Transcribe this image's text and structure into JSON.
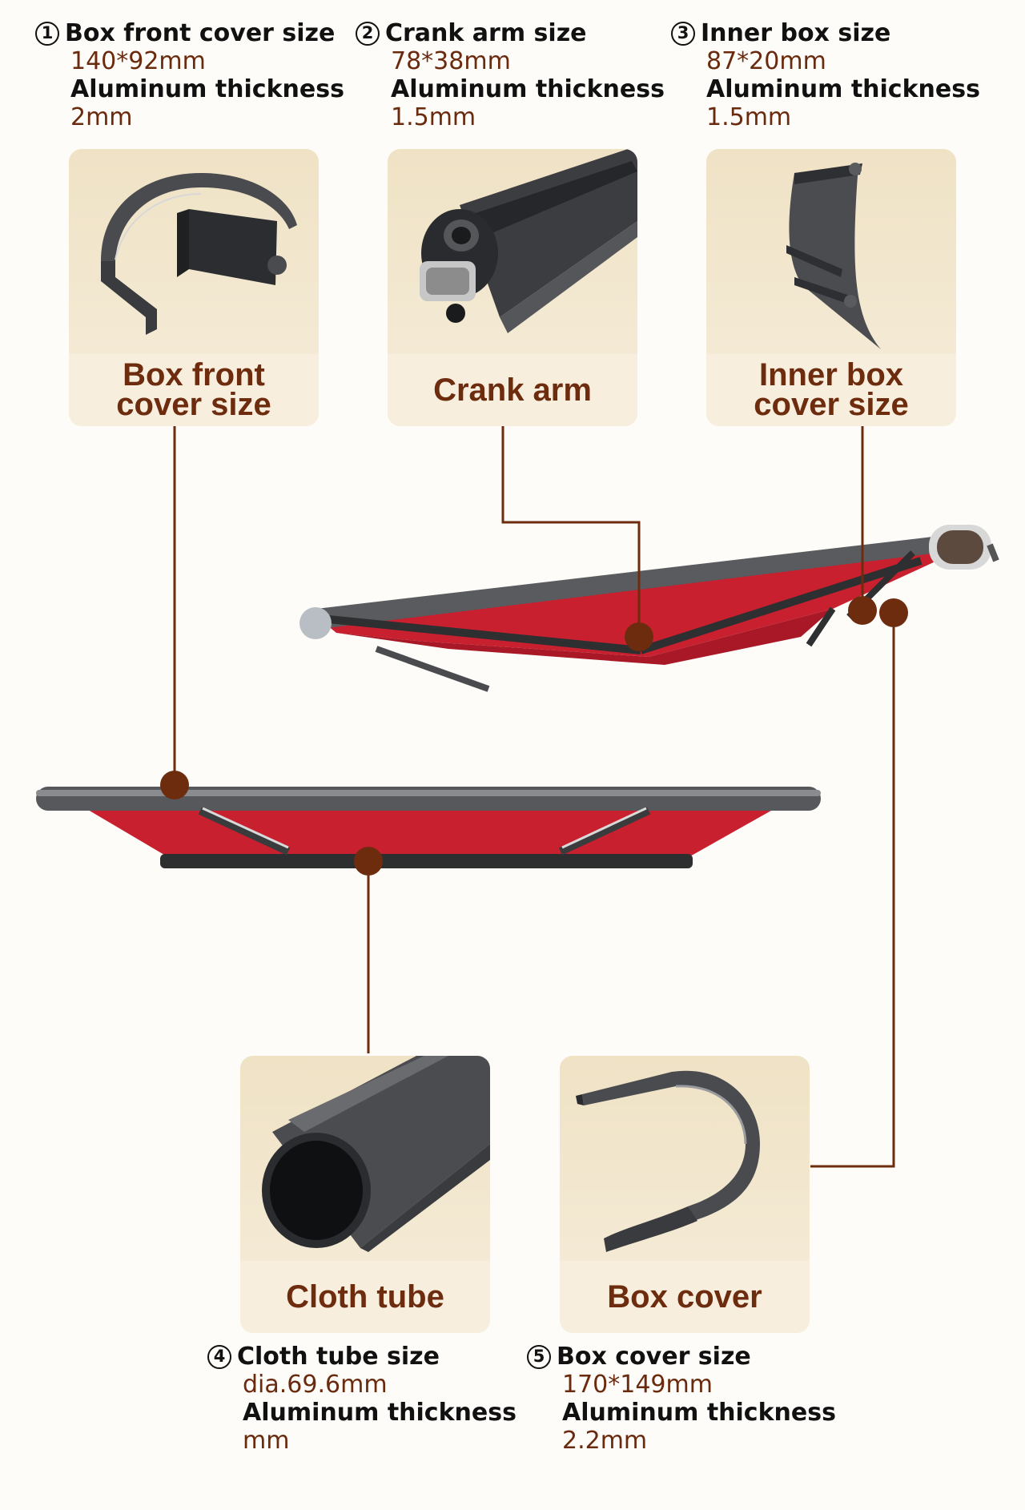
{
  "specs": [
    {
      "num": "1",
      "title": "Box front cover size",
      "value": "140*92mm",
      "thickness_label": "Aluminum thickness",
      "thickness": "2mm"
    },
    {
      "num": "2",
      "title": "Crank arm size",
      "value": "78*38mm",
      "thickness_label": "Aluminum thickness",
      "thickness": "1.5mm"
    },
    {
      "num": "3",
      "title": "Inner box size",
      "value": "87*20mm",
      "thickness_label": "Aluminum thickness",
      "thickness": "1.5mm"
    },
    {
      "num": "4",
      "title": "Cloth tube size",
      "value": "dia.69.6mm",
      "thickness_label": "Aluminum thickness",
      "thickness": "mm"
    },
    {
      "num": "5",
      "title": "Box cover size",
      "value": "170*149mm",
      "thickness_label": "Aluminum thickness",
      "thickness": "2.2mm"
    }
  ],
  "cards": [
    {
      "label": "Box front\ncover size"
    },
    {
      "label": "Crank arm"
    },
    {
      "label": "Inner box\ncover size"
    },
    {
      "label": "Cloth tube"
    },
    {
      "label": "Box cover"
    }
  ],
  "colors": {
    "leader": "#6e2c0f",
    "dot": "#6e2c0f",
    "fabric": "#c8202f",
    "profile": "#3e3f42",
    "card_bg": "#efe2c5",
    "label": "#6e2c0f",
    "value": "#6a2a0e"
  }
}
